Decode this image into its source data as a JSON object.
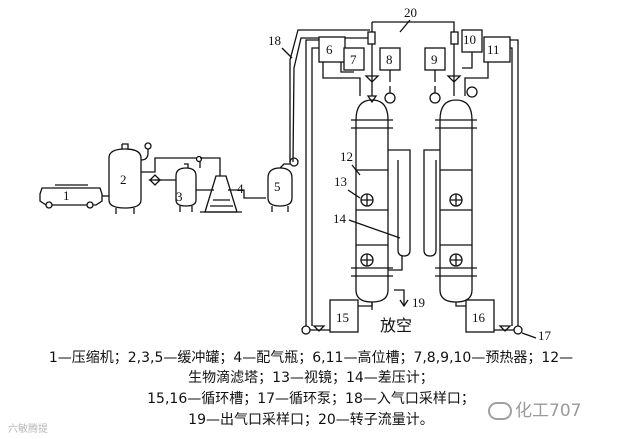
{
  "labels": {
    "l1": "1",
    "l2": "2",
    "l3": "3",
    "l4": "4",
    "l5": "5",
    "l6": "6",
    "l7": "7",
    "l8": "8",
    "l9": "9",
    "l10": "10",
    "l11": "11",
    "l12": "12",
    "l13": "13",
    "l14": "14",
    "l15": "15",
    "l16": "16",
    "l17": "17",
    "l18": "18",
    "l19": "19",
    "l20": "20",
    "vent": "放空"
  },
  "caption": [
    "1—压缩机；2,3,5—缓冲罐；4—配气瓶；6,11—高位槽；7,8,9,10—预热器；12—",
    "生物滴滤塔；13—视镜；14—差压计；",
    "15,16—循环槽；17—循环泵；18—入气口采样口；",
    "19—出气口采样口；20—转子流量计。"
  ],
  "watermark": {
    "left": "六敏腾提",
    "right": "化工707"
  }
}
